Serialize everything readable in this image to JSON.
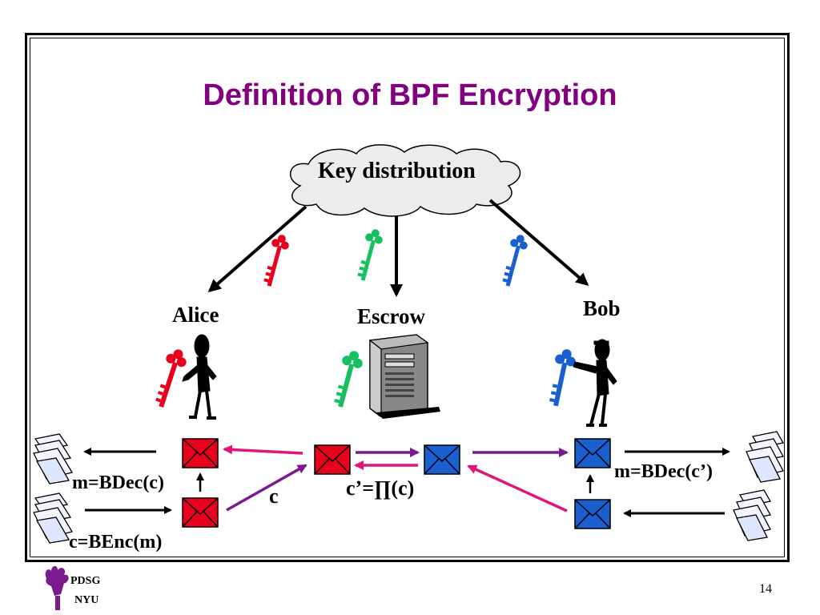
{
  "slide": {
    "title": "Definition of BPF Encryption",
    "page_number": "14"
  },
  "cloud": {
    "label": "Key distribution"
  },
  "parties": {
    "alice": "Alice",
    "escrow": "Escrow",
    "bob": "Bob"
  },
  "formulas": {
    "alice_dec": "m=BDec(c)",
    "alice_enc": "c=BEnc(m)",
    "ciphertext": "c",
    "transform": "c’=∏(c)",
    "bob_dec": "m=BDec(c’)"
  },
  "footer": {
    "org_line1": "PDSG",
    "org_line2": "NYU"
  },
  "colors": {
    "title": "#800080",
    "alice_key": "#e8001c",
    "escrow_key": "#16c060",
    "bob_key": "#1a5fd0",
    "arrow_magenta": "#e0157a",
    "arrow_purple": "#7a1a8c"
  }
}
